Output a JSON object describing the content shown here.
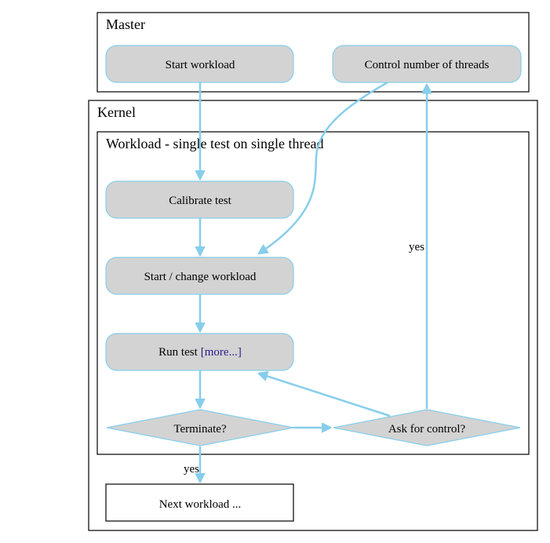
{
  "colors": {
    "edge": "#87ceeb",
    "node_fill": "#d3d3d3",
    "node_border": "#87ceeb",
    "link": "#2e1a8c"
  },
  "clusters": {
    "master": "Master",
    "kernel": "Kernel",
    "workload": "Workload - single test on single thread"
  },
  "nodes": {
    "start_workload": "Start workload",
    "control_threads": "Control number of threads",
    "calibrate_test": "Calibrate test",
    "start_change_workload": "Start / change workload",
    "run_test": "Run test",
    "run_test_link": "[more...]",
    "terminate": "Terminate?",
    "ask_control": "Ask for control?",
    "next_workload": "Next workload ..."
  },
  "edge_labels": {
    "ask_to_control": "yes",
    "terminate_to_next": "yes"
  }
}
